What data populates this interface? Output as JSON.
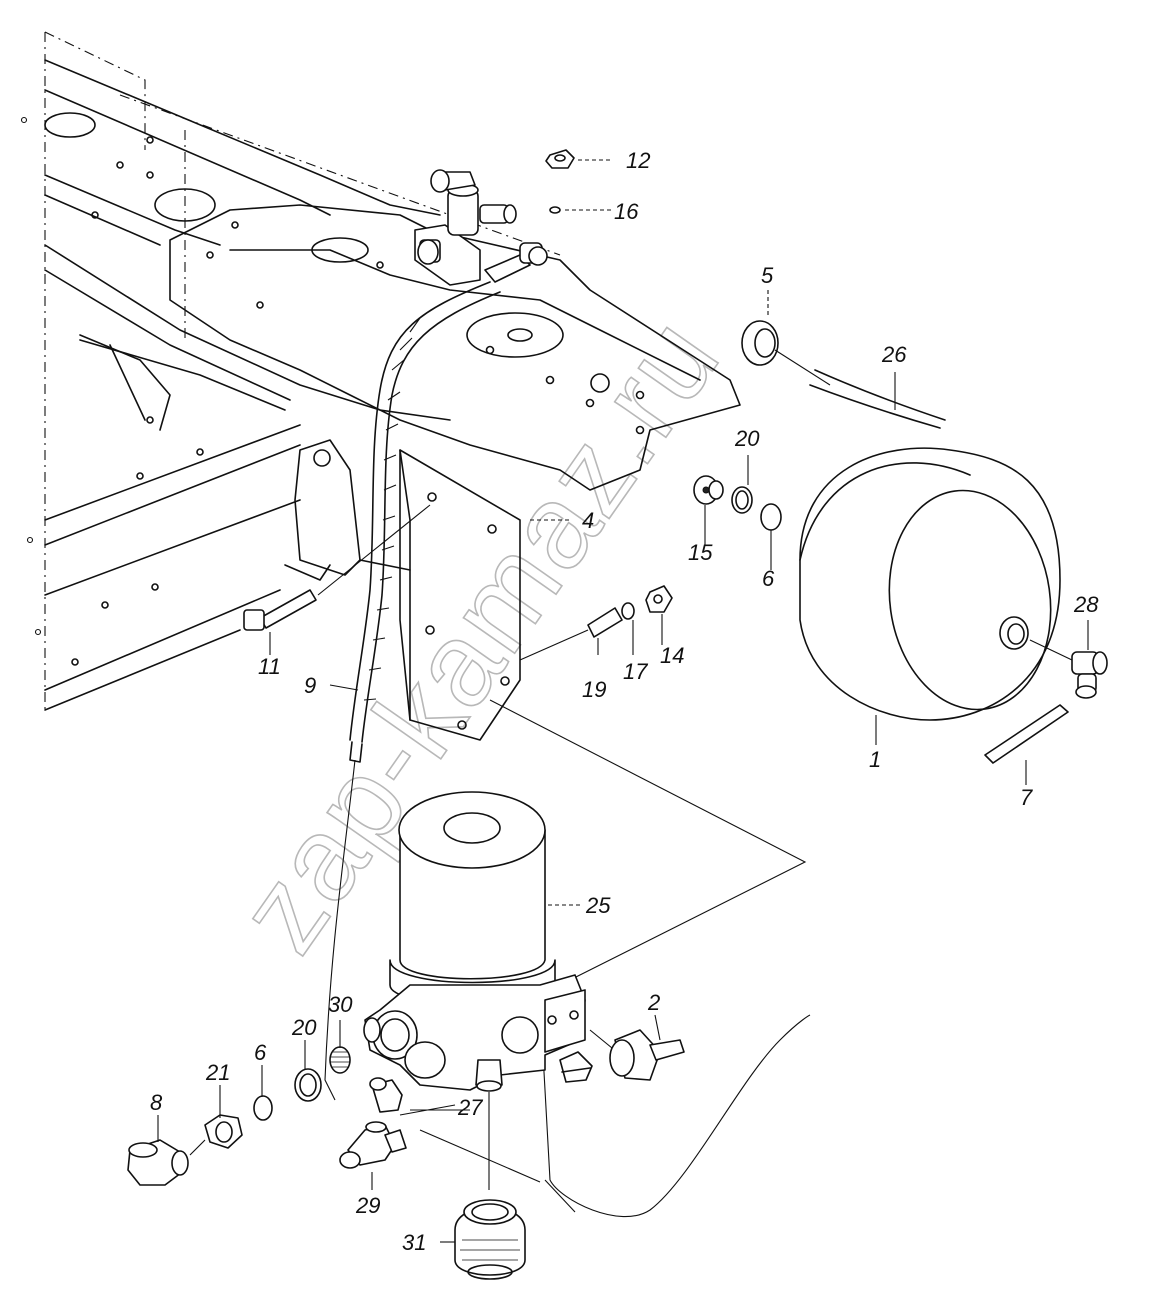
{
  "watermark": "zap-kamaz.ru",
  "callouts": [
    {
      "id": "c12",
      "text": "12"
    },
    {
      "id": "c16",
      "text": "16"
    },
    {
      "id": "c5",
      "text": "5"
    },
    {
      "id": "c26",
      "text": "26"
    },
    {
      "id": "c20a",
      "text": "20"
    },
    {
      "id": "c4",
      "text": "4"
    },
    {
      "id": "c15",
      "text": "15"
    },
    {
      "id": "c6a",
      "text": "6"
    },
    {
      "id": "c28",
      "text": "28"
    },
    {
      "id": "c11",
      "text": "11"
    },
    {
      "id": "c9",
      "text": "9"
    },
    {
      "id": "c19",
      "text": "19"
    },
    {
      "id": "c17",
      "text": "17"
    },
    {
      "id": "c14",
      "text": "14"
    },
    {
      "id": "c1",
      "text": "1"
    },
    {
      "id": "c7",
      "text": "7"
    },
    {
      "id": "c25",
      "text": "25"
    },
    {
      "id": "c2",
      "text": "2"
    },
    {
      "id": "c30",
      "text": "30"
    },
    {
      "id": "c20b",
      "text": "20"
    },
    {
      "id": "c21",
      "text": "21"
    },
    {
      "id": "c6b",
      "text": "6"
    },
    {
      "id": "c8",
      "text": "8"
    },
    {
      "id": "c27",
      "text": "27"
    },
    {
      "id": "c29",
      "text": "29"
    },
    {
      "id": "c31",
      "text": "31"
    }
  ]
}
